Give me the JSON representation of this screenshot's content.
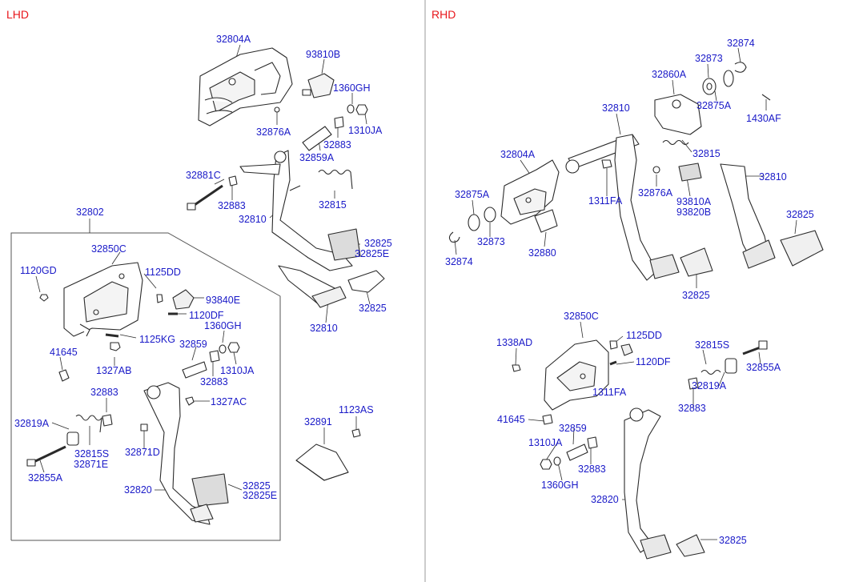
{
  "sections": {
    "left": "LHD",
    "right": "RHD"
  },
  "colors": {
    "section_label": "#e8161b",
    "part_label": "#1a1ac8",
    "line": "#2a2a2a",
    "divider": "#9a9a9a"
  },
  "labels": {
    "p32804A": "32804A",
    "p93810B": "93810B",
    "p1360GH_a": "1360GH",
    "p1310JA_a": "1310JA",
    "p32876A_a": "32876A",
    "p32883_a": "32883",
    "p32859A": "32859A",
    "p32881C": "32881C",
    "p32883_b": "32883",
    "p32815_a": "32815",
    "p32810_a": "32810",
    "p32802": "32802",
    "p32825_a": "32825",
    "p32825E_a": "32825E",
    "p32850C_a": "32850C",
    "p1120GD": "1120GD",
    "p1125DD_a": "1125DD",
    "p93840E": "93840E",
    "p1120DF_a": "1120DF",
    "p1360GH_b": "1360GH",
    "p1125KG": "1125KG",
    "p32825_b": "32825",
    "p41645_a": "41645",
    "p32859_a": "32859",
    "p1327AB": "1327AB",
    "p1310JA_b": "1310JA",
    "p32883_c": "32883",
    "p32810_b": "32810",
    "p32883_d": "32883",
    "p1327AC": "1327AC",
    "p32819A_a": "32819A",
    "p32815S_a": "32815S",
    "p32871E": "32871E",
    "p32871D": "32871D",
    "p32855A_a": "32855A",
    "p32820_a": "32820",
    "p32825_c": "32825",
    "p32825E_b": "32825E",
    "p1123AS": "1123AS",
    "p32891": "32891",
    "p32874_a": "32874",
    "p32873_a": "32873",
    "p32860A": "32860A",
    "p32875A_a": "32875A",
    "p1430AF": "1430AF",
    "p32810_c": "32810",
    "p32815_b": "32815",
    "p32804A_b": "32804A",
    "p32875A_b": "32875A",
    "p1311FA_a": "1311FA",
    "p32876A_b": "32876A",
    "p93810A": "93810A",
    "p93820B": "93820B",
    "p32810_d": "32810",
    "p32825_d": "32825",
    "p32873_b": "32873",
    "p32874_b": "32874",
    "p32880": "32880",
    "p32825_e": "32825",
    "p32850C_b": "32850C",
    "p1125DD_b": "1125DD",
    "p1338AD": "1338AD",
    "p32815S_b": "32815S",
    "p1120DF_b": "1120DF",
    "p32855A_b": "32855A",
    "p1311FA_b": "1311FA",
    "p32819A_b": "32819A",
    "p41645_b": "41645",
    "p32859_b": "32859",
    "p32883_e": "32883",
    "p1310JA_c": "1310JA",
    "p32883_f": "32883",
    "p1360GH_c": "1360GH",
    "p32820_b": "32820",
    "p32825_f": "32825"
  }
}
